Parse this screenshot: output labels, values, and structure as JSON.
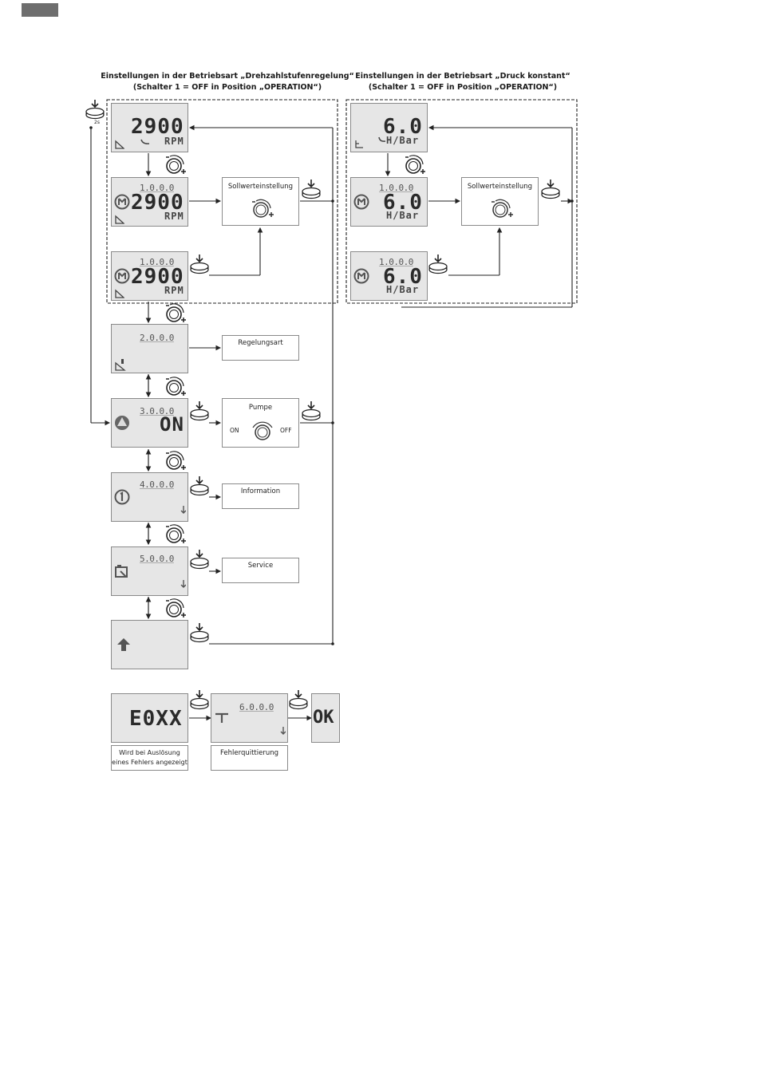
{
  "header_left": {
    "line1": "Einstellungen in der Betriebsart „Drehzahlstufenregelung“",
    "line2": "(Schalter 1 = OFF in Position „OPERATION“)"
  },
  "header_right": {
    "line1": "Einstellungen in der Betriebsart „Druck konstant“",
    "line2": "(Schalter 1 = OFF in Position „OPERATION“)"
  },
  "left_column": {
    "screen1": {
      "value": "2900",
      "unit": "RPM"
    },
    "screen2": {
      "menu": "1.0.0.0",
      "value": "2900",
      "unit": "RPM"
    },
    "screen3": {
      "menu": "1.0.0.0",
      "value": "2900",
      "unit": "RPM"
    },
    "setpoint_box": "Sollwerteinstellung",
    "screen4": {
      "menu": "2.0.0.0"
    },
    "regelungsart_box": "Regelungsart",
    "screen5": {
      "menu": "3.0.0.0",
      "value": "ON"
    },
    "pumpe_box": {
      "title": "Pumpe",
      "on": "ON",
      "off": "OFF"
    },
    "screen6": {
      "menu": "4.0.0.0"
    },
    "information_box": "Information",
    "screen7": {
      "menu": "5.0.0.0"
    },
    "service_box": "Service"
  },
  "right_column": {
    "screen1": {
      "value": "6.0",
      "unit": "H/Bar"
    },
    "screen2": {
      "menu": "1.0.0.0",
      "value": "6.0",
      "unit": "H/Bar"
    },
    "screen3": {
      "menu": "1.0.0.0",
      "value": "6.0",
      "unit": "H/Bar"
    },
    "setpoint_box": "Sollwerteinstellung"
  },
  "error_row": {
    "error_screen": "E0XX",
    "error_note_line1": "Wird bei Auslösung",
    "error_note_line2": "eines Fehlers angezeigt",
    "ack_screen_menu": "6.0.0.0",
    "ack_box": "Fehlerquittierung",
    "ok_screen": "OK"
  },
  "timer_label": "2s"
}
